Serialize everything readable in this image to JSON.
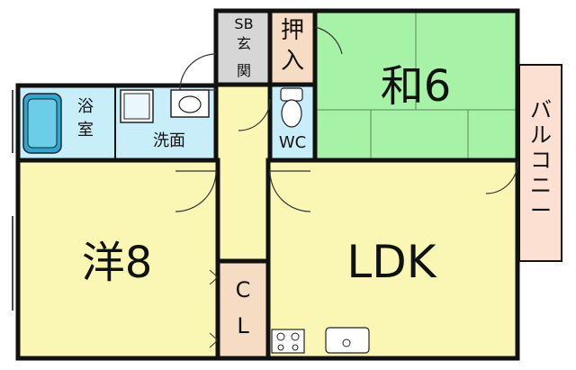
{
  "floor_plan": {
    "rooms": {
      "washitsu_label": "和6",
      "yoshitsu_label": "洋8",
      "ldk_label": "LDK",
      "balcony_label": "バルコニー",
      "closet_label": "押入",
      "sb_label": "SB",
      "entrance_label": "玄関",
      "bath_label": "浴室",
      "washroom_label": "洗面",
      "wc_label": "WC",
      "cl_label": "CL"
    },
    "colors": {
      "tatami_green": "#A6F2A6",
      "floor_yellow": "#FAF7B4",
      "bath_blue": "#C8EEF9",
      "closet_pink": "#F7DCC4",
      "entrance_gray": "#D6D6D6",
      "balcony_pink": "#FCE0D2",
      "wall": "#111111"
    }
  }
}
